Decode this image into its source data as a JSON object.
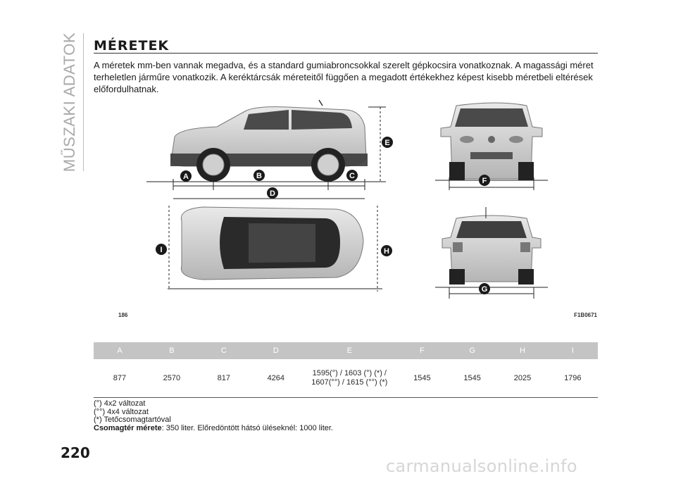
{
  "side_tab": "MŰSZAKI ADATOK",
  "title": "MÉRETEK",
  "intro": "A méretek mm-ben vannak megadva, és a standard gumiabroncsokkal szerelt gépkocsira vonatkoznak. A magassági méret terheletlen járműre vonatkozik. A keréktárcsák méreteitől függően a megadott értékekhez képest kisebb méretbeli eltérések előfordulhatnak.",
  "figure": {
    "labels": [
      "A",
      "B",
      "C",
      "D",
      "E",
      "F",
      "G",
      "H",
      "I"
    ],
    "ref_left": "186",
    "ref_right": "F1B0671"
  },
  "table": {
    "headers": [
      "A",
      "B",
      "C",
      "D",
      "E",
      "F",
      "G",
      "H",
      "I"
    ],
    "values": [
      "877",
      "2570",
      "817",
      "4264",
      "1595(°) / 1603 (°) (*) / 1607(°°) / 1615 (°°) (*)",
      "1545",
      "1545",
      "2025",
      "1796"
    ]
  },
  "notes": {
    "n1": "(°) 4x2 változat",
    "n2": "(°°) 4x4 változat",
    "n3": "(*) Tetőcsomagtartóval",
    "trunk_label": "Csomagtér mérete",
    "trunk_text": ": 350 liter. Előredöntött hátsó üléseknél: 1000 liter."
  },
  "page_number": "220",
  "watermark": "carmanualsonline.info",
  "colors": {
    "badge": "#1a1a1a",
    "table_header": "#c4c4c4",
    "car_body": "#cfcfcf"
  }
}
